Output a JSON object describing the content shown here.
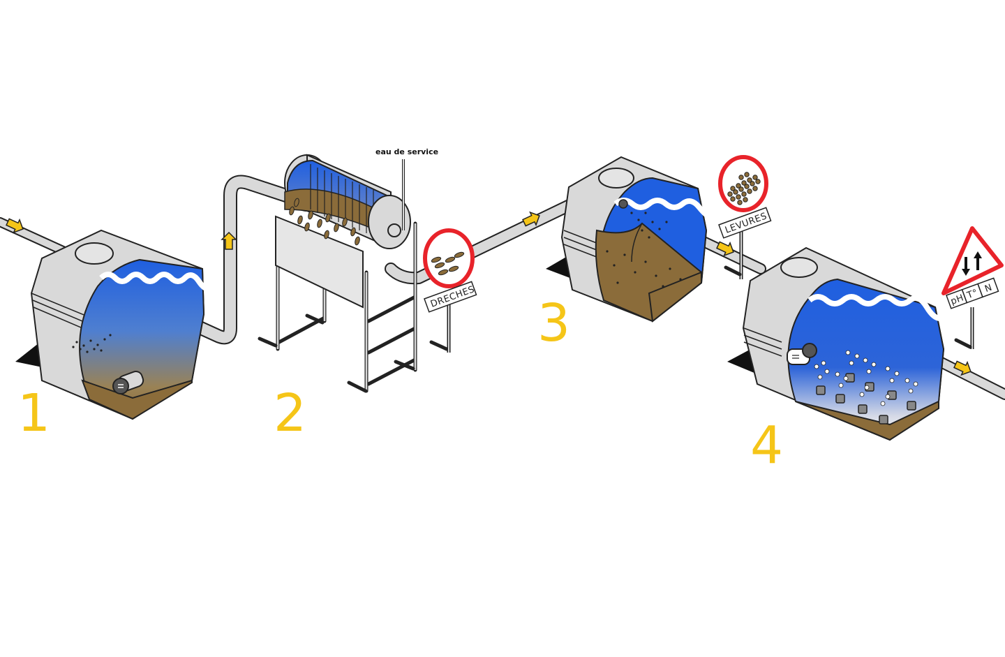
{
  "steps": {
    "s1": "1",
    "s2": "2",
    "s3": "3",
    "s4": "4"
  },
  "labels": {
    "service_water": "eau de service",
    "spent_grain_sign": "DRECHES",
    "yeast_sign": "LEVURES",
    "param_ph": "pH",
    "param_temp": "T°",
    "param_n": "N"
  },
  "colors": {
    "water_blue": "#1f5fe0",
    "sludge_brown": "#8b6c3a",
    "tank_grey": "#d9d9d9",
    "sign_red": "#e8232a",
    "arrow_yellow": "#f5c518"
  }
}
